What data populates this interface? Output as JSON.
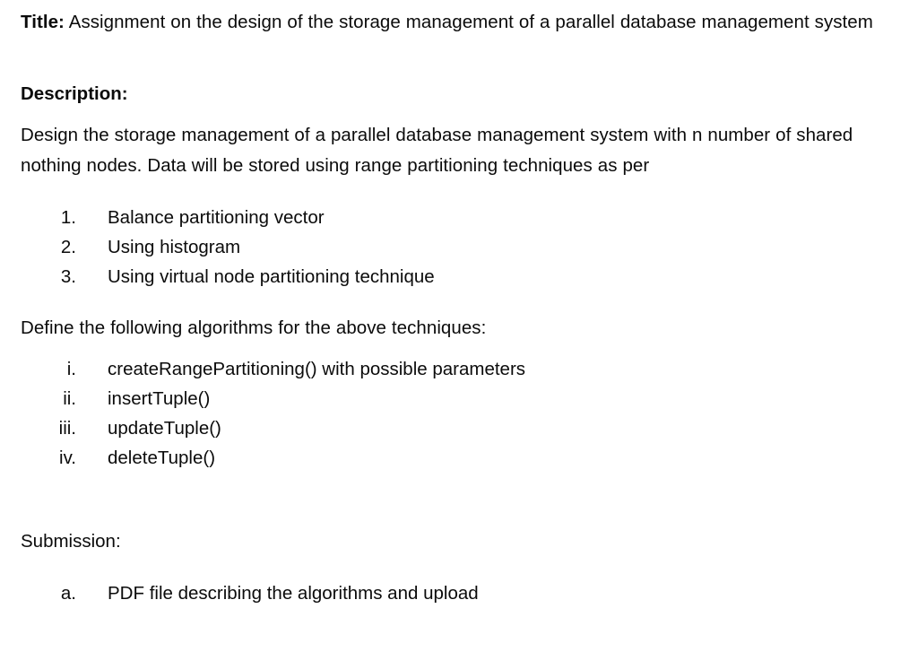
{
  "document": {
    "title_label": "Title:",
    "title_text": " Assignment on the design of the storage management of a parallel database management system",
    "description_label": "Description:",
    "description_text": "Design the storage management of a parallel database management system with n number of shared nothing nodes. Data will be stored using range partitioning techniques as per",
    "techniques_list": [
      {
        "marker": "1.",
        "text": "Balance partitioning vector"
      },
      {
        "marker": "2.",
        "text": "Using histogram"
      },
      {
        "marker": "3.",
        "text": "Using virtual node partitioning technique"
      }
    ],
    "algorithms_intro": "Define the following algorithms for the above techniques:",
    "algorithms_list": [
      {
        "marker": "i.",
        "text": "createRangePartitioning() with possible parameters"
      },
      {
        "marker": "ii.",
        "text": "insertTuple()"
      },
      {
        "marker": "iii.",
        "text": "updateTuple()"
      },
      {
        "marker": "iv.",
        "text": "deleteTuple()"
      }
    ],
    "submission_label": "Submission:",
    "submission_list": [
      {
        "marker": "a.",
        "text": "PDF file describing the algorithms and upload"
      }
    ]
  },
  "style": {
    "text_color": "#0b0b0b",
    "background_color": "#ffffff"
  }
}
